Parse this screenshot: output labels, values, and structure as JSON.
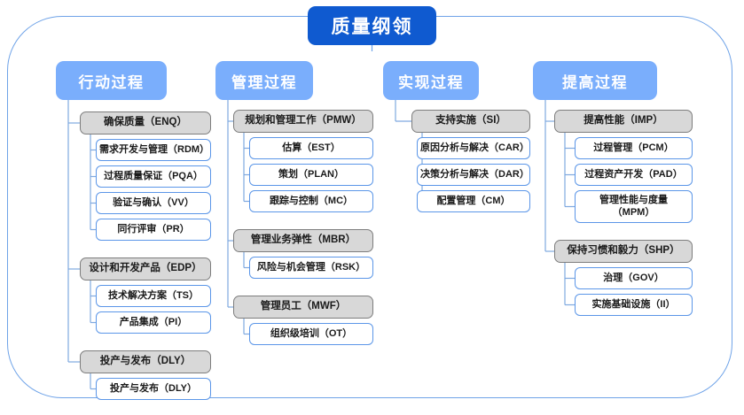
{
  "diagram": {
    "title": "质量纲领",
    "title_color": "#0f5ad0",
    "header_color": "#7aaefc",
    "group_color": "#d8d8d8",
    "leaf_border_color": "#5b96e8",
    "frame_color": "#6fa3e8"
  },
  "columns": [
    {
      "header": "行动过程",
      "groups": [
        {
          "label": "确保质量（ENQ）",
          "children": [
            {
              "label": "需求开发与管理（RDM）"
            },
            {
              "label": "过程质量保证（PQA）"
            },
            {
              "label": "验证与确认（VV）"
            },
            {
              "label": "同行评审（PR）"
            }
          ]
        },
        {
          "label": "设计和开发产品（EDP）",
          "children": [
            {
              "label": "技术解决方案（TS）"
            },
            {
              "label": "产品集成（PI）"
            }
          ]
        },
        {
          "label": "投产与发布（DLY）",
          "children": [
            {
              "label": "投产与发布（DLY）"
            }
          ]
        }
      ]
    },
    {
      "header": "管理过程",
      "groups": [
        {
          "label": "规划和管理工作（PMW）",
          "children": [
            {
              "label": "估算（EST）"
            },
            {
              "label": "策划（PLAN）"
            },
            {
              "label": "跟踪与控制（MC）"
            }
          ]
        },
        {
          "label": "管理业务弹性（MBR）",
          "children": [
            {
              "label": "风险与机会管理（RSK）"
            }
          ]
        },
        {
          "label": "管理员工（MWF）",
          "children": [
            {
              "label": "组织级培训（OT）"
            }
          ]
        }
      ]
    },
    {
      "header": "实现过程",
      "groups": [
        {
          "label": "支持实施（SI）",
          "children": [
            {
              "label": "原因分析与解决（CAR）"
            },
            {
              "label": "决策分析与解决（DAR）"
            },
            {
              "label": "配置管理（CM）"
            }
          ]
        }
      ]
    },
    {
      "header": "提高过程",
      "groups": [
        {
          "label": "提高性能（IMP）",
          "children": [
            {
              "label": "过程管理（PCM）"
            },
            {
              "label": "过程资产开发（PAD）"
            },
            {
              "label": "管理性能与度量\n（MPM）"
            }
          ]
        },
        {
          "label": "保持习惯和毅力（SHP）",
          "children": [
            {
              "label": "治理（GOV）"
            },
            {
              "label": "实施基础设施（II）"
            }
          ]
        }
      ]
    }
  ]
}
